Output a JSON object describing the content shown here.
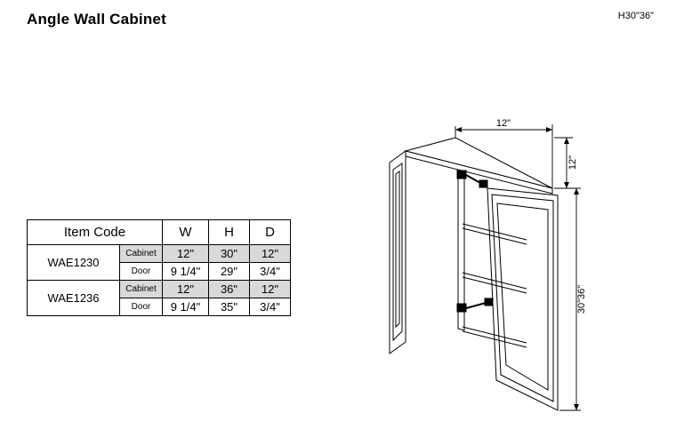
{
  "title": "Angle Wall Cabinet",
  "top_right_label": "H30\"36\"",
  "table": {
    "header": {
      "item_code": "Item Code",
      "w": "W",
      "h": "H",
      "d": "D"
    },
    "rows": [
      {
        "item_code": "WAE1230",
        "sub": [
          {
            "type": "Cabinet",
            "w": "12\"",
            "h": "30\"",
            "d": "12\""
          },
          {
            "type": "Door",
            "w": "9 1/4\"",
            "h": "29\"",
            "d": "3/4\""
          }
        ]
      },
      {
        "item_code": "WAE1236",
        "sub": [
          {
            "type": "Cabinet",
            "w": "12\"",
            "h": "36\"",
            "d": "12\""
          },
          {
            "type": "Door",
            "w": "9 1/4\"",
            "h": "35\"",
            "d": "3/4\""
          }
        ]
      }
    ]
  },
  "diagram": {
    "dim_top_width": "12\"",
    "dim_side_depth": "12\"",
    "dim_height": "30\"36\""
  },
  "colors": {
    "table_shaded_row": "#d9d9d9",
    "line": "#000000"
  }
}
